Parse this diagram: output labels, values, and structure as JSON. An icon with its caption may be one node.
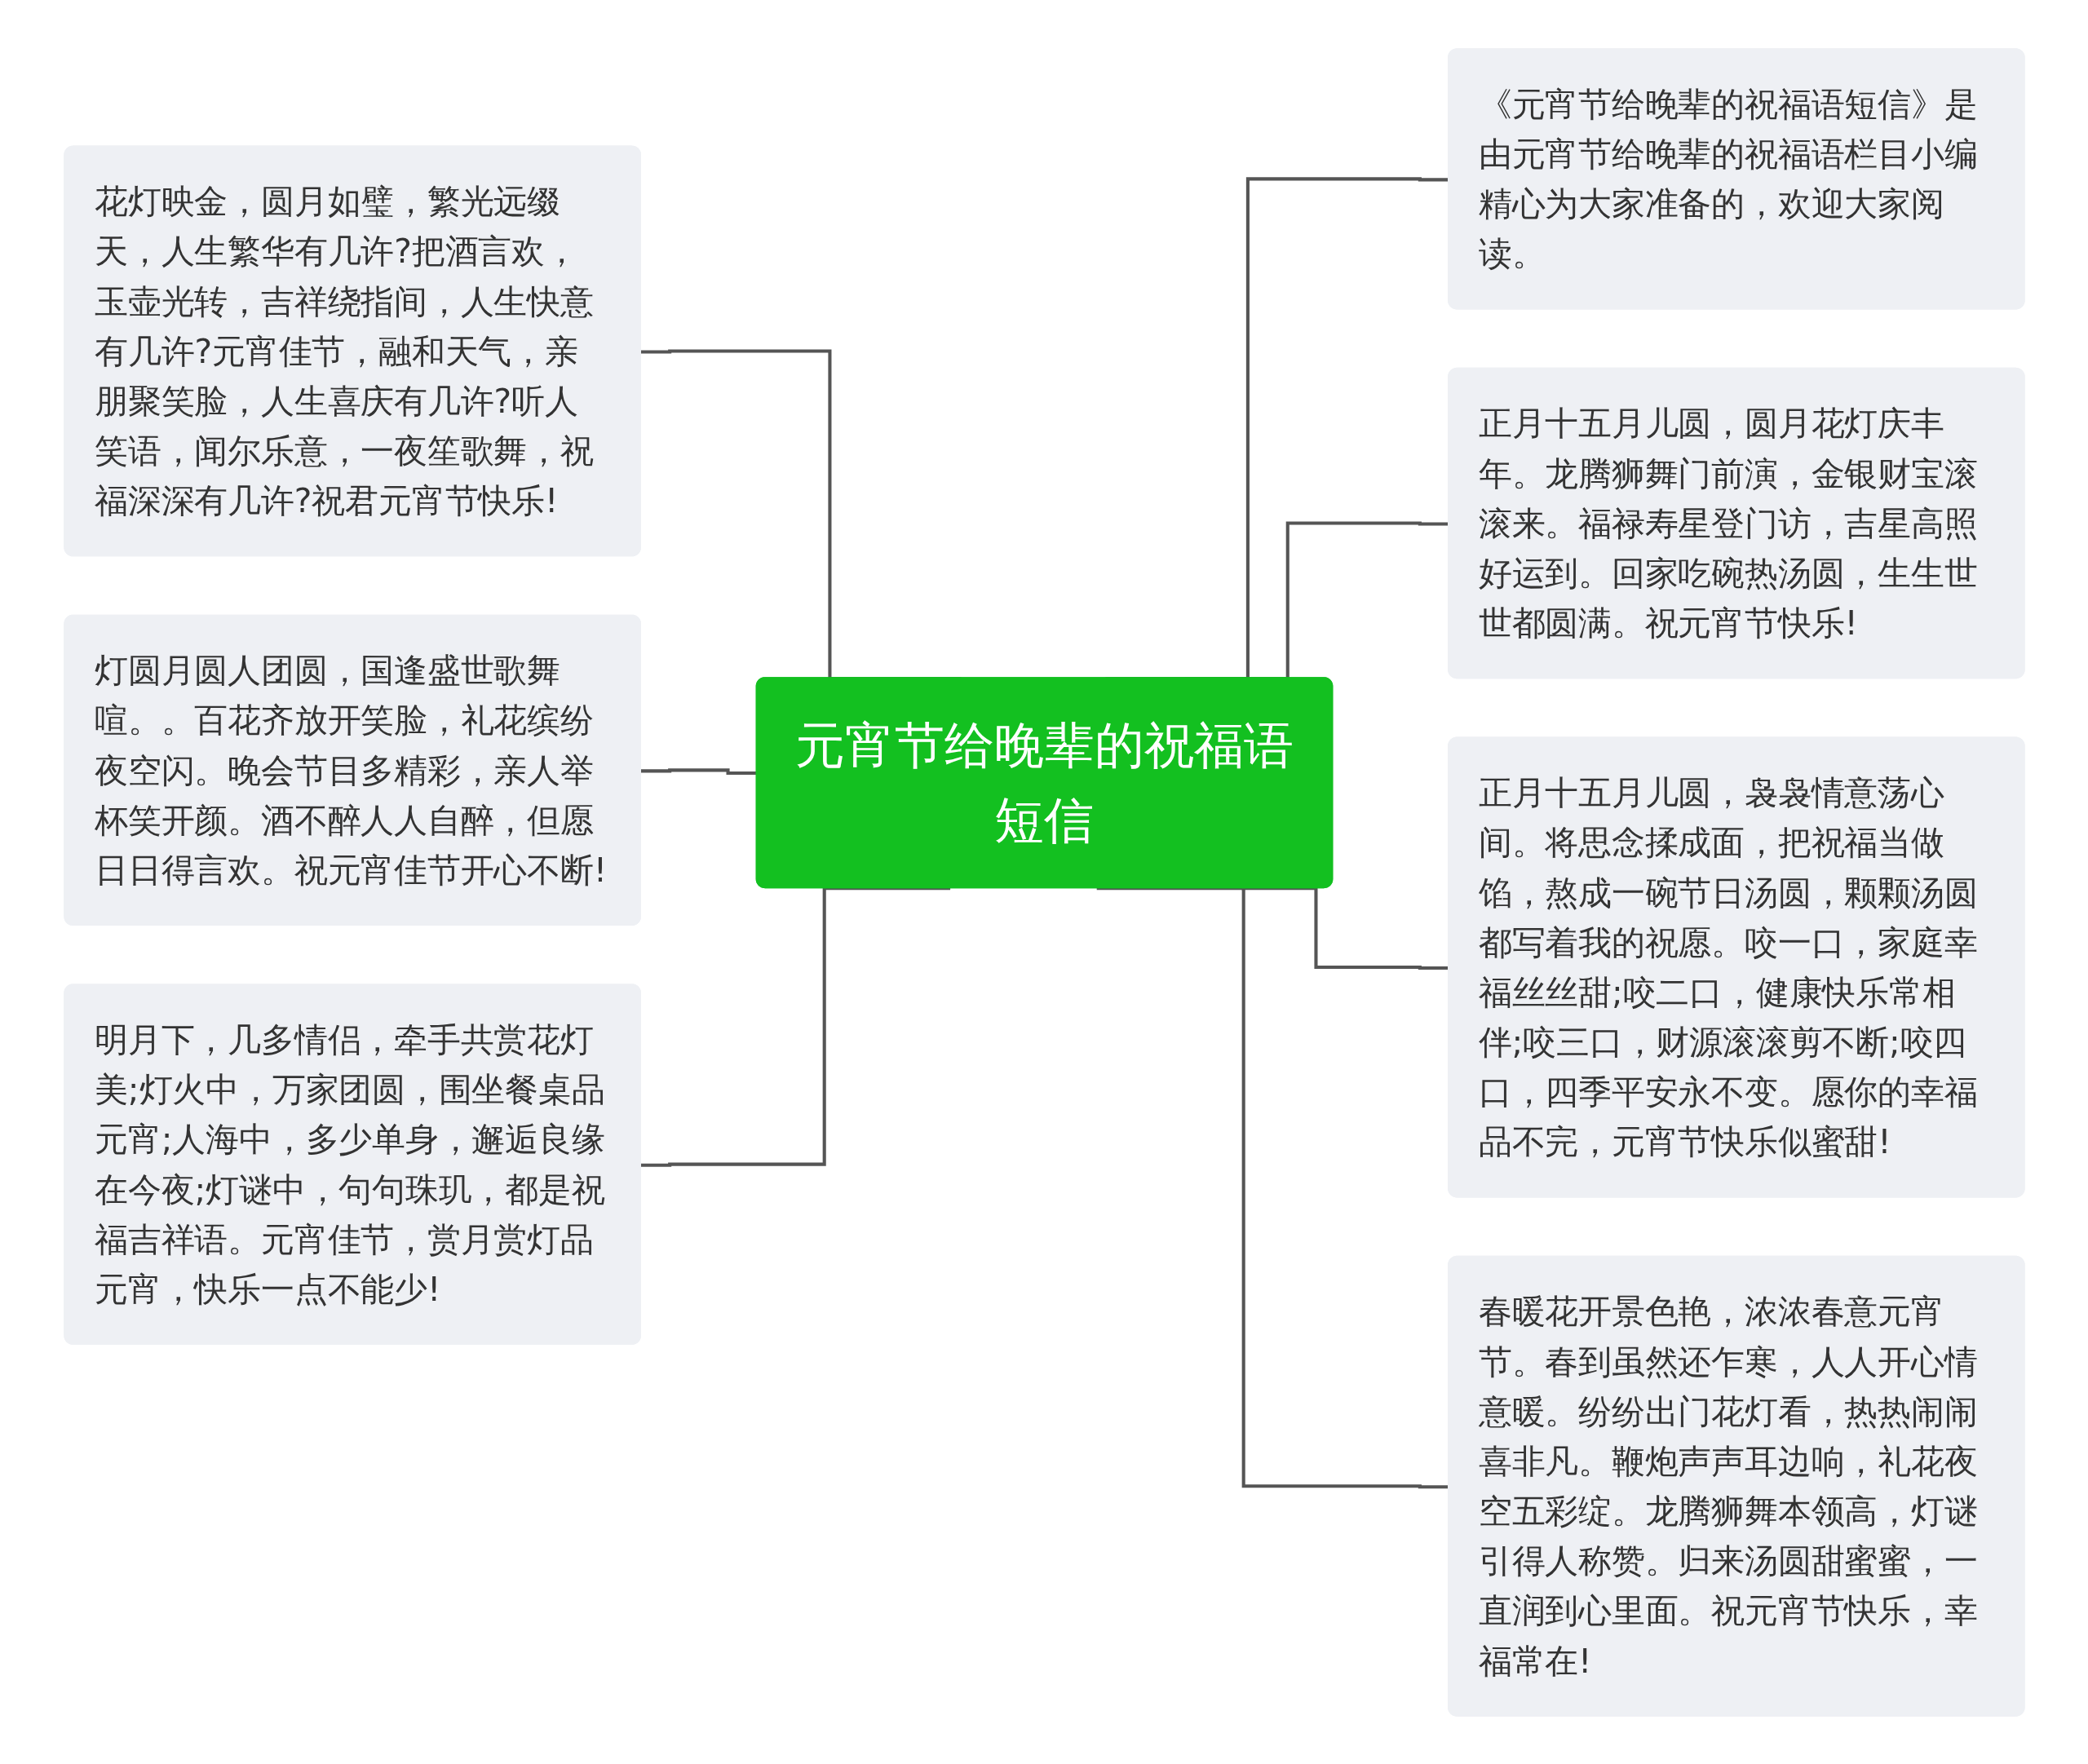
{
  "diagram": {
    "nodes": [
      {
        "text": [
          "元宵节给晚辈的祝福语短信"
        ]
      },
      {
        "text": [
          "花灯映金，圆月如璧，繁光远缀天，人生繁华有几许?把酒言欢，玉壶光转，吉祥绕指间，人生快意有几许?元宵佳节，融和天气，亲朋聚笑脸，人生喜庆有几许?听人笑语，闻尔乐意，一夜笙歌舞，祝福深深有几许?祝君元宵节快乐!"
        ]
      },
      {
        "text": [
          "灯圆月圆人团圆，国逢盛世歌舞喧。。百花齐放开笑脸，礼花缤纷夜空闪。晚会节目多精彩，亲人举杯笑开颜。酒不醉人人自醉，但愿日日得言欢。祝元宵佳节开心不断!"
        ]
      },
      {
        "text": [
          "明月下，几多情侣，牵手共赏花灯美;灯火中，万家团圆，围坐餐桌品元宵;人海中，多少单身，邂逅良缘在今夜;灯谜中，句句珠玑，都是祝福吉祥语。元宵佳节，赏月赏灯品元宵，快乐一点不能少!"
        ]
      },
      {
        "text": [
          "《元宵节给晚辈的祝福语短信》是由元宵节给晚辈的祝福语栏目小编精心为大家准备的，欢迎大家阅读。"
        ]
      },
      {
        "text": [
          "正月十五月儿圆，圆月花灯庆丰年。龙腾狮舞门前演，金银财宝滚滚来。福禄寿星登门访，吉星高照好运到。回家吃碗热汤圆，生生世世都圆满。祝元宵节快乐!"
        ]
      },
      {
        "text": [
          "正月十五月儿圆，袅袅情意荡心间。将思念揉成面，把祝福当做馅，熬成一碗节日汤圆，颗颗汤圆都写着我的祝愿。咬一口，家庭幸福丝丝甜;咬二口，健康快乐常相伴;咬三口，财源滚滚剪不断;咬四口，四季平安永不变。愿你的幸福品不完，元宵节快乐似蜜甜!"
        ]
      },
      {
        "text": [
          "春暖花开景色艳，浓浓春意元宵节。春到虽然还乍寒，人人开心情意暖。纷纷出门花灯看，热热闹闹喜非凡。鞭炮声声耳边响，礼花夜空五彩绽。龙腾狮舞本领高，灯谜引得人称赞。归来汤圆甜蜜蜜，一直润到心里面。祝元宵节快乐，幸福常在!"
        ]
      }
    ],
    "edges": [
      {
        "from": 1,
        "to": 0,
        "arrow": "none"
      },
      {
        "from": 2,
        "to": 0,
        "arrow": "none"
      },
      {
        "from": 3,
        "to": 0,
        "arrow": "none"
      },
      {
        "from": 0,
        "to": 4,
        "arrow": "none"
      },
      {
        "from": 0,
        "to": 5,
        "arrow": "none"
      },
      {
        "from": 0,
        "to": 6,
        "arrow": "none"
      },
      {
        "from": 0,
        "to": 7,
        "arrow": "none"
      }
    ]
  }
}
